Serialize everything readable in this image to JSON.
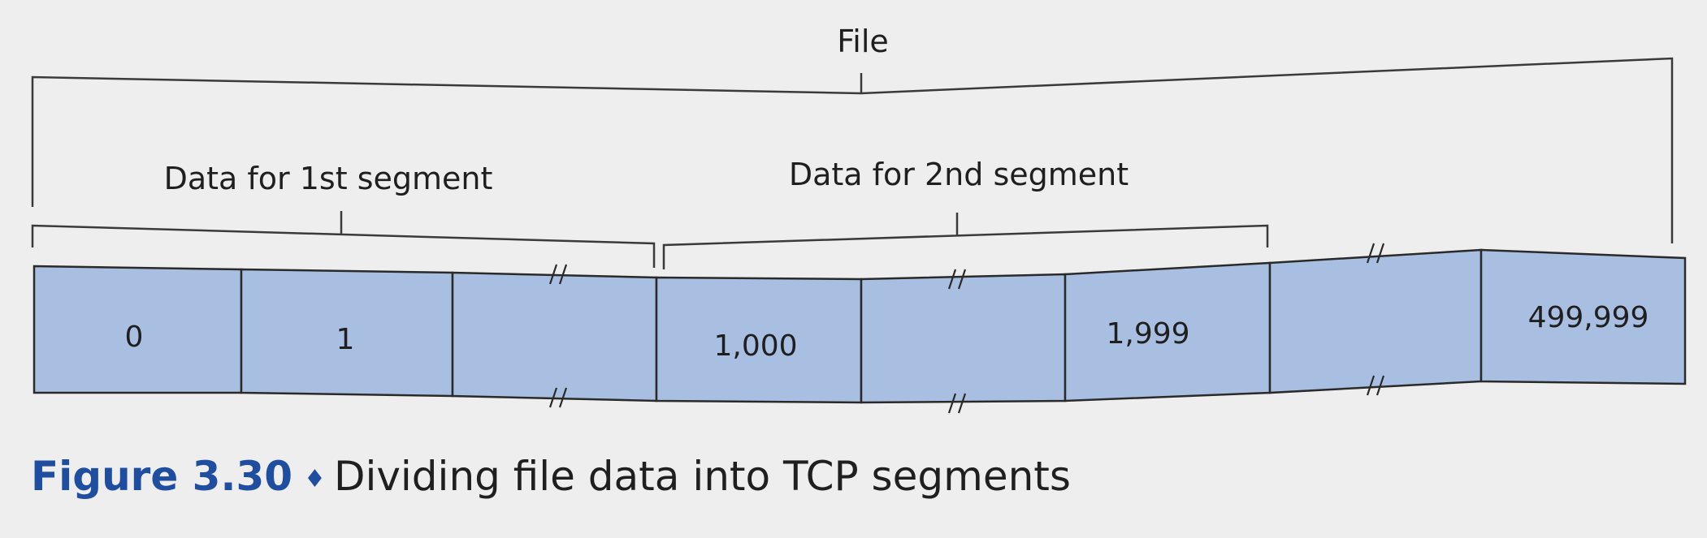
{
  "diagram": {
    "file_label": "File",
    "segment1_label": "Data for 1st segment",
    "segment2_label": "Data for 2nd segment",
    "cells": [
      "0",
      "1",
      "",
      "1,000",
      "",
      "1,999",
      "",
      "499,999"
    ],
    "colors": {
      "cell_fill": "#a9bfe2",
      "caption_accent": "#1f4ea1"
    }
  },
  "caption": {
    "number": "Figure 3.30",
    "separator": "♦",
    "text": "Dividing file data into TCP segments"
  }
}
